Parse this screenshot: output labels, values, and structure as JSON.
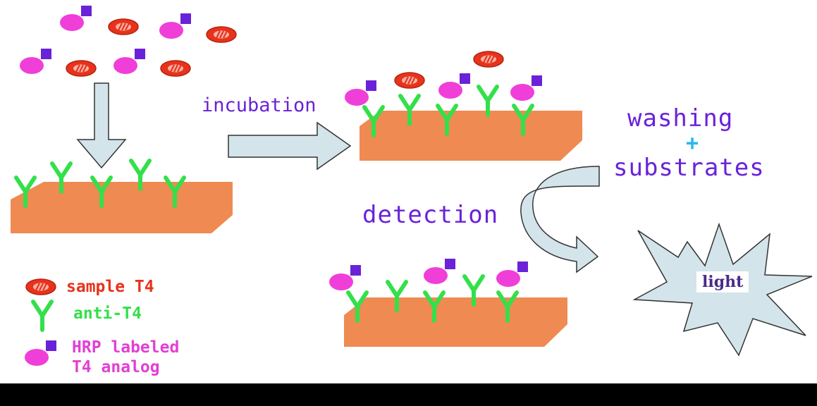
{
  "labels": {
    "incubation": "incubation",
    "washing": "washing",
    "plus": "+",
    "substrates": "substrates",
    "detection": "detection",
    "light": "light"
  },
  "legend": {
    "sample": "sample T4",
    "antibody": "anti-T4",
    "hrp_line1": "HRP labeled",
    "hrp_line2": "T4 analog"
  },
  "colors": {
    "plate": "#ef8a52",
    "antibody": "#33e04a",
    "hrp_body": "#f03fd8",
    "hrp_tag": "#6a22d8",
    "sample": "#e8321c",
    "arrow": "#d3e4ea",
    "legend_sample_text": "#e8321c",
    "legend_antibody_text": "#33e04a",
    "legend_hrp_text": "#e23fd4"
  }
}
